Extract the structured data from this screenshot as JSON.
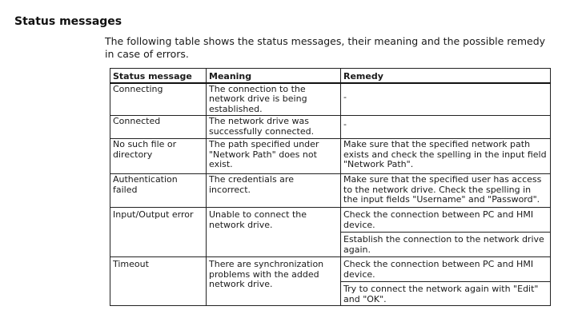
{
  "heading": "Status messages",
  "intro": "The following table shows the status messages, their meaning and the possible remedy in case of errors.",
  "table": {
    "headers": [
      "Status message",
      "Meaning",
      "Remedy"
    ],
    "rows": [
      {
        "status": "Connecting",
        "meaning": "The connection to the network drive is being established.",
        "remedy": [
          "-"
        ]
      },
      {
        "status": "Connected",
        "meaning": "The network drive was successfully connected.",
        "remedy": [
          "-"
        ]
      },
      {
        "status": "No such file or directory",
        "meaning": "The path specified under \"Network Path\" does not exist.",
        "remedy": [
          "Make sure that the specified network path exists and check the spelling in the input field \"Network Path\"."
        ]
      },
      {
        "status": "Authentication failed",
        "meaning": "The credentials are incorrect.",
        "remedy": [
          "Make sure that the specified user has access to the network drive. Check the spelling in the input fields \"Username\" and \"Password\"."
        ]
      },
      {
        "status": "Input/Output error",
        "meaning": "Unable to connect the network drive.",
        "remedy": [
          "Check the connection between PC and HMI device.",
          "Establish the connection to the network drive again."
        ]
      },
      {
        "status": "Timeout",
        "meaning": "There are synchronization problems with the added network drive.",
        "remedy": [
          "Check the connection between PC and HMI device.",
          "Try to connect the network again with \"Edit\" and \"OK\"."
        ]
      }
    ]
  }
}
